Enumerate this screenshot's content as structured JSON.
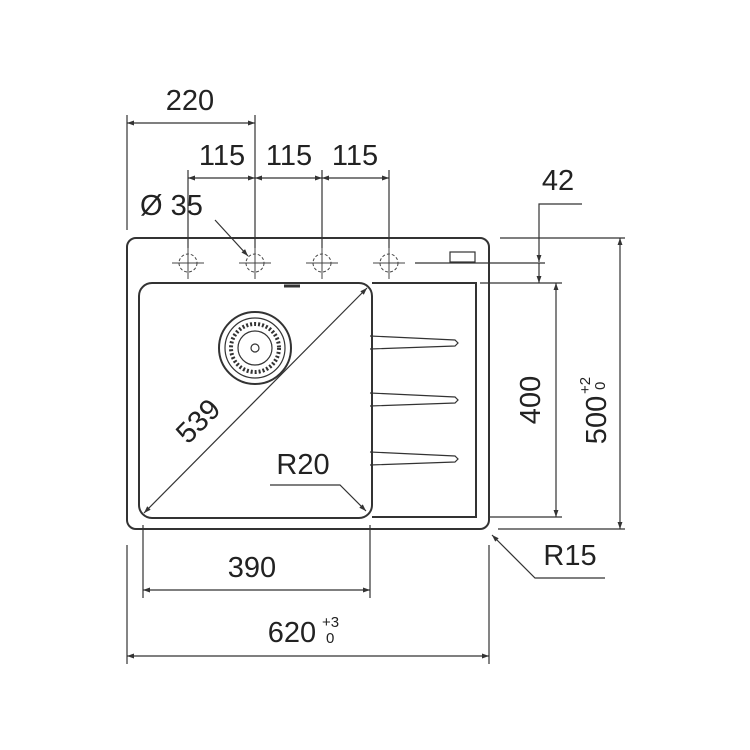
{
  "dimensions": {
    "width_top": "220",
    "spacing_1": "115",
    "spacing_2": "115",
    "spacing_3": "115",
    "hole_diameter": "Ø 35",
    "ledge": "42",
    "bowl_diagonal": "539",
    "bowl_radius": "R20",
    "bowl_depth": "400",
    "total_depth": "500",
    "total_depth_tol_plus": "+2",
    "total_depth_tol_minus": "0",
    "bowl_width": "390",
    "total_width": "620",
    "total_width_tol_plus": "+3",
    "total_width_tol_minus": "0",
    "corner_radius": "R15"
  },
  "colors": {
    "line": "#333333",
    "background": "#ffffff"
  }
}
